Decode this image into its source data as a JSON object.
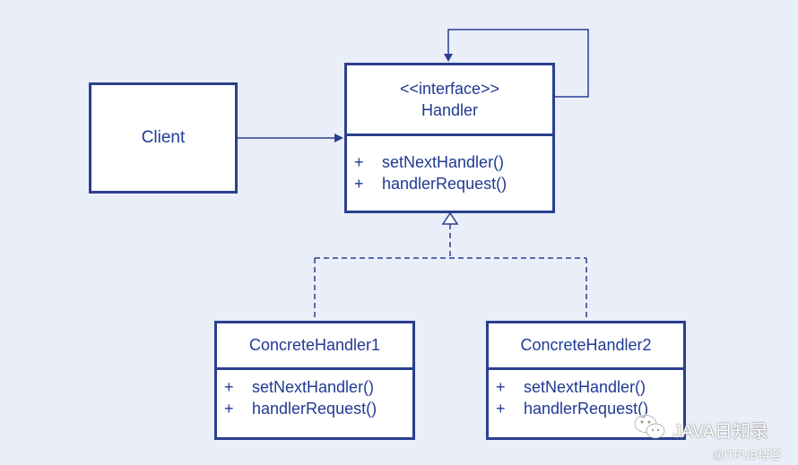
{
  "client": {
    "label": "Client"
  },
  "handler": {
    "stereotype": "<<interface>>",
    "name": "Handler",
    "operations": [
      {
        "visibility": "+",
        "name": "setNextHandler()"
      },
      {
        "visibility": "+",
        "name": "handlerRequest()"
      }
    ]
  },
  "concrete_handlers": [
    {
      "name": "ConcreteHandler1",
      "operations": [
        {
          "visibility": "+",
          "name": "setNextHandler()"
        },
        {
          "visibility": "+",
          "name": "handlerRequest()"
        }
      ]
    },
    {
      "name": "ConcreteHandler2",
      "operations": [
        {
          "visibility": "+",
          "name": "setNextHandler()"
        },
        {
          "visibility": "+",
          "name": "handlerRequest()"
        }
      ]
    }
  ],
  "relations": [
    {
      "from": "Client",
      "to": "Handler",
      "kind": "association"
    },
    {
      "from": "Handler",
      "to": "Handler",
      "kind": "self-association"
    },
    {
      "from": "ConcreteHandler1",
      "to": "Handler",
      "kind": "realization"
    },
    {
      "from": "ConcreteHandler2",
      "to": "Handler",
      "kind": "realization"
    }
  ],
  "watermark": {
    "title": "JAVA日知录",
    "subtitle": "@ITPUB博客",
    "icon": "wechat-icon"
  },
  "colors": {
    "background": "#eaeef8",
    "stroke": "#2b3f8f",
    "text": "#1f3a93"
  }
}
